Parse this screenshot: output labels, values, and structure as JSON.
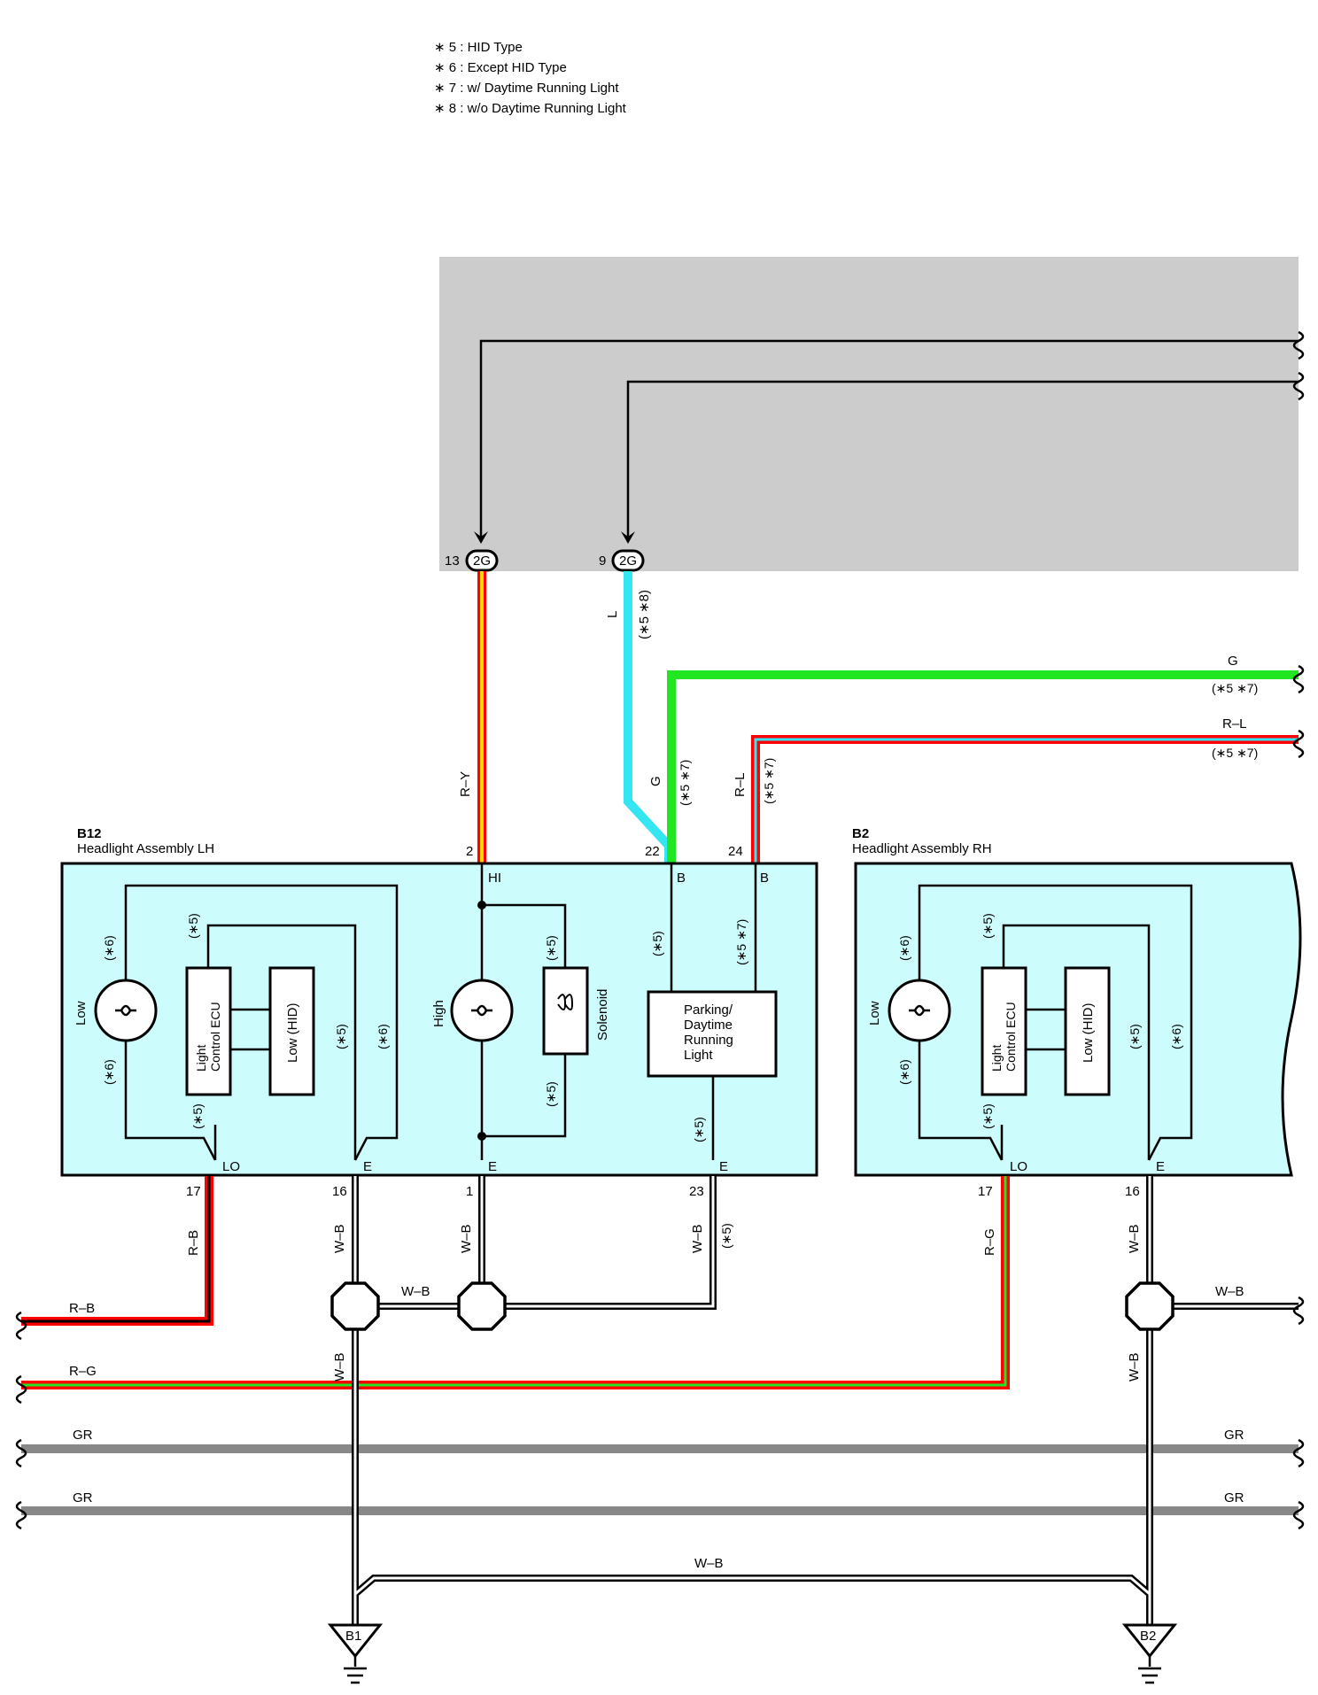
{
  "notes": [
    "∗ 5 : HID Type",
    "∗ 6 : Except HID Type",
    "∗ 7 : w/ Daytime Running Light",
    "∗ 8 : w/o Daytime Running Light"
  ],
  "connector_2g": {
    "label": "2G",
    "pins": [
      "13",
      "9"
    ]
  },
  "lh": {
    "code": "B12",
    "name": "Headlight Assembly LH",
    "top_pins": [
      "2",
      "22",
      "24"
    ],
    "top_terms": [
      "HI",
      "B",
      "B"
    ],
    "bottom_pins": [
      "17",
      "16",
      "1",
      "23"
    ],
    "bottom_terms": [
      "LO",
      "E",
      "E",
      "E"
    ],
    "low": "Low",
    "high": "High",
    "ecu": [
      "Light",
      "Control ECU"
    ],
    "hid": "Low (HID)",
    "solenoid": "Solenoid",
    "parking": [
      "Parking/",
      "Daytime",
      "Running",
      "Light"
    ],
    "cond": {
      "s5": "(∗5)",
      "s6": "(∗6)",
      "s57": "(∗5 ∗7)",
      "s58": "(∗5 ∗8)"
    }
  },
  "rh": {
    "code": "B2",
    "name": "Headlight Assembly RH",
    "bottom_pins": [
      "17",
      "16"
    ],
    "bottom_terms": [
      "LO",
      "E"
    ],
    "low": "Low",
    "ecu": [
      "Light",
      "Control ECU"
    ],
    "hid": "Low (HID)"
  },
  "wires": {
    "ry": "R–Y",
    "l": "L",
    "g": "G",
    "rl": "R–L",
    "rb": "R–B",
    "rg": "R–G",
    "wb": "W–B",
    "gr": "GR"
  },
  "grounds": [
    "B1",
    "B2"
  ],
  "colors": {
    "red": "#ff0000",
    "yellow": "#ffd800",
    "cyan": "#33e6f2",
    "green": "#22e622",
    "gray": "#888888",
    "panel": "#cccccc",
    "assembly": "#ccfcfc"
  }
}
